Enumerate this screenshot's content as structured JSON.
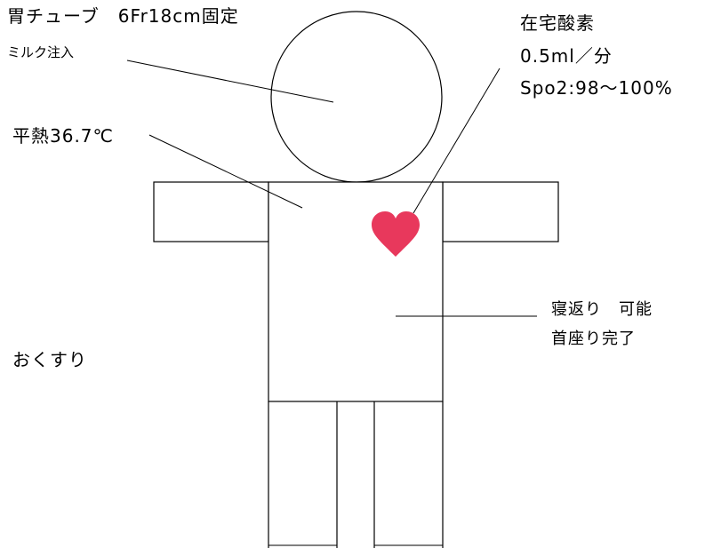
{
  "labels": {
    "tube": "胃チューブ　6Fr18cm固定",
    "milk": "ミルク注入",
    "temperature": "平熱36.7℃",
    "oxygen_title": "在宅酸素",
    "oxygen_flow": "0.5ml／分",
    "spo2": "Spo2:98～100%",
    "rolling": "寝返り　可能",
    "neck": "首座り完了",
    "medicine": "おくすり"
  },
  "colors": {
    "line": "#000000",
    "heart": "#e8385c",
    "background": "#ffffff"
  },
  "icons": {
    "heart": "heart-icon"
  }
}
